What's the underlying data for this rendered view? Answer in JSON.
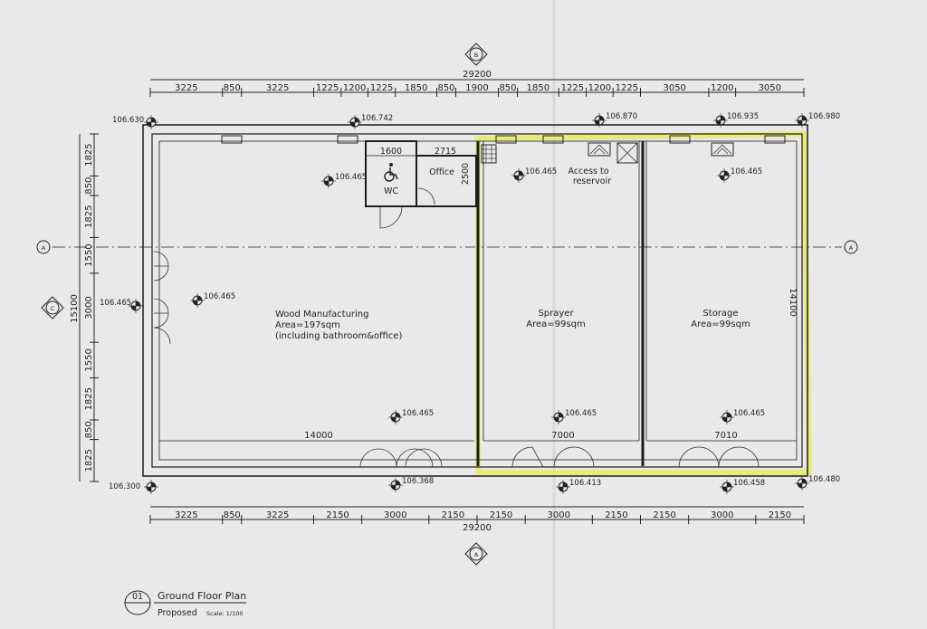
{
  "dimensions": {
    "overall_top": "29200",
    "overall_bottom": "29200",
    "overall_left": "15100",
    "top": [
      "3225",
      "850",
      "3225",
      "1225",
      "1200",
      "1225",
      "1850",
      "850",
      "1900",
      "850",
      "1850",
      "1225",
      "1200",
      "1225",
      "3050",
      "1200",
      "3050"
    ],
    "bottom": [
      "3225",
      "850",
      "3225",
      "2150",
      "3000",
      "2150",
      "2150",
      "3000",
      "2150",
      "2150",
      "3000",
      "2150"
    ],
    "left": [
      "1825",
      "850",
      "1825",
      "1550",
      "3000",
      "1550",
      "1825",
      "850",
      "1825"
    ],
    "inner_wood_width": "14000",
    "inner_sprayer_width": "7000",
    "inner_storage_width": "7010",
    "inner_storage_depth": "14100",
    "wc_width": "1600",
    "office_width": "2715",
    "office_depth": "2500"
  },
  "levels": {
    "top_left_corner": "106.630",
    "top_1": "106.742",
    "top_2": "106.870",
    "top_3": "106.935",
    "top_right_corner": "106.980",
    "left_mid": "106.465",
    "wood_inner_upper": "106.465",
    "wood_inner_left": "106.465",
    "sprayer_upper": "106.465",
    "storage_upper": "106.465",
    "wood_lower": "106.465",
    "sprayer_lower": "106.465",
    "storage_lower": "106.465",
    "bottom_left_corner": "106.300",
    "bottom_1": "106.368",
    "bottom_2": "106.413",
    "bottom_3": "106.458",
    "bottom_right_corner": "106.480"
  },
  "rooms": {
    "wood": {
      "name": "Wood Manufacturing",
      "area": "Area=197sqm",
      "note": "(including bathroom&office)"
    },
    "sprayer": {
      "name": "Sprayer",
      "area": "Area=99sqm"
    },
    "storage": {
      "name": "Storage",
      "area": "Area=99sqm"
    },
    "wc": "WC",
    "office": "Office",
    "access_1": "Access to",
    "access_2": "reservoir"
  },
  "grid_markers": {
    "top": "B",
    "bottom": "A",
    "left": "C",
    "axis_left": "A",
    "axis_right": "A"
  },
  "title_block": {
    "number": "01",
    "title": "Ground Floor Plan",
    "status": "Proposed",
    "scale": "Scale: 1/100"
  },
  "colors": {
    "paper": "#e9e9ea",
    "line": "#1c1c1c",
    "highlight": "#e6ec6a",
    "door": "#333333"
  }
}
